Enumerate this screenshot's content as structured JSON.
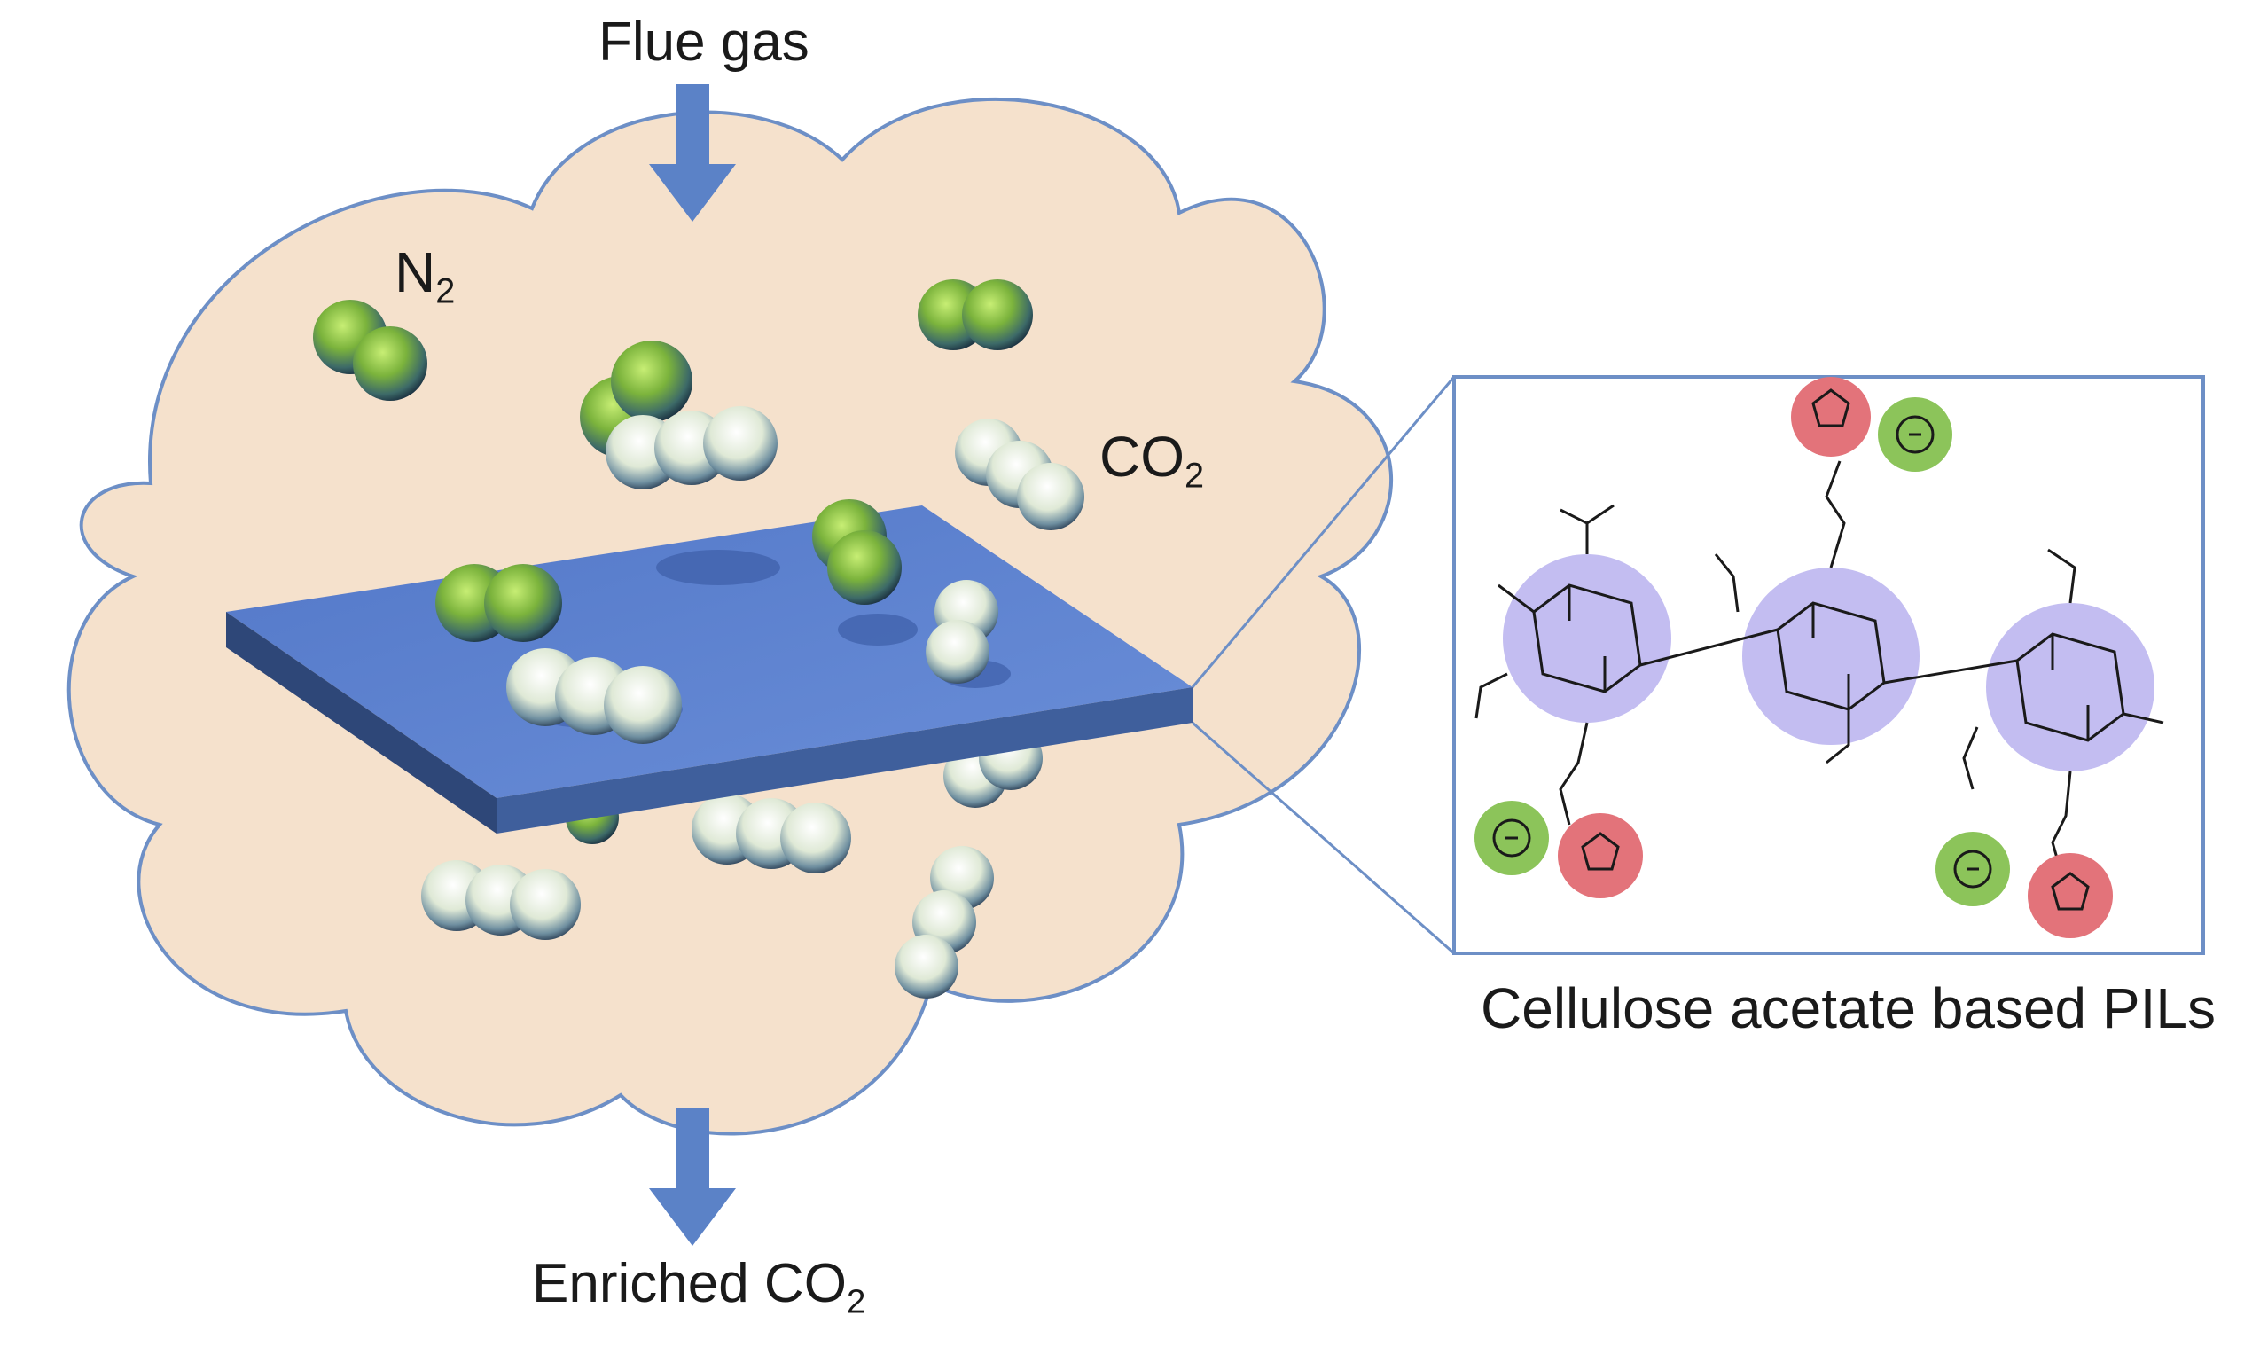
{
  "labels": {
    "flue_gas": "Flue gas",
    "n2_main": "N",
    "n2_sub": "2",
    "co2_main": "CO",
    "co2_sub": "2",
    "enriched_main": "Enriched CO",
    "enriched_sub": "2",
    "caption": "Cellulose acetate based PILs"
  },
  "colors": {
    "cloud_fill": "#f5e1cc",
    "cloud_stroke": "#6d8fc6",
    "arrow": "#5b82c7",
    "membrane_top": "#5a7fce",
    "membrane_front": "#3f5f9c",
    "membrane_side": "#2e4778",
    "n2_molecule": "#7bb33c",
    "co2_molecule": "#dfe9d6",
    "glucose_ring": "#b8b2ef",
    "cation": "#e3737a",
    "anion": "#8cc45a",
    "inset_border": "#6d8fc6"
  },
  "icons": {
    "flue_arrow": "arrow-down-icon",
    "enriched_arrow": "arrow-down-icon",
    "cation": "pyrrolidinium-icon",
    "anion": "anion-minus-icon"
  }
}
